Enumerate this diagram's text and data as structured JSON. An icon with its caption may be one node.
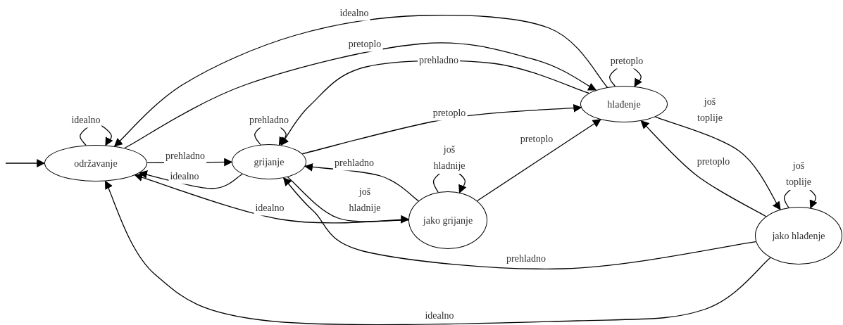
{
  "diagram": {
    "nodes": [
      {
        "text": [
          "održavanje"
        ]
      },
      {
        "text": [
          "grijanje"
        ]
      },
      {
        "text": [
          "hlađenje"
        ]
      },
      {
        "text": [
          "jako grijanje"
        ]
      },
      {
        "text": [
          "jako hlađenje"
        ]
      }
    ],
    "edges": [
      {
        "from": null,
        "to": 0,
        "arrow": "to"
      },
      {
        "from": 0,
        "to": 0,
        "arrow": "to",
        "label": "idealno"
      },
      {
        "from": 0,
        "to": 1,
        "arrow": "to",
        "label": "prehladno"
      },
      {
        "from": 1,
        "to": 0,
        "arrow": "to",
        "label": "idealno"
      },
      {
        "from": 2,
        "to": 0,
        "arrow": "to",
        "label": "idealno"
      },
      {
        "from": 0,
        "to": 2,
        "arrow": "to",
        "label": "pretoplo"
      },
      {
        "from": 2,
        "to": 1,
        "arrow": "to",
        "label": "prehladno"
      },
      {
        "from": 1,
        "to": 1,
        "arrow": "to",
        "label": "prehladno"
      },
      {
        "from": 1,
        "to": 2,
        "arrow": "to",
        "label": "pretoplo"
      },
      {
        "from": 2,
        "to": 2,
        "arrow": "to",
        "label": "pretoplo"
      },
      {
        "from": 3,
        "to": 1,
        "arrow": "to",
        "label": "prehladno"
      },
      {
        "from": 1,
        "to": 3,
        "arrow": "to",
        "label": "još hladnije"
      },
      {
        "from": 3,
        "to": 0,
        "arrow": "to",
        "label": "idealno"
      },
      {
        "from": 3,
        "to": 3,
        "arrow": "to",
        "label": "još hladnije"
      },
      {
        "from": 3,
        "to": 2,
        "arrow": "to",
        "label": "pretoplo"
      },
      {
        "from": 2,
        "to": 4,
        "arrow": "to",
        "label": "još toplije"
      },
      {
        "from": 4,
        "to": 2,
        "arrow": "to",
        "label": "pretoplo"
      },
      {
        "from": 4,
        "to": 4,
        "arrow": "to",
        "label": "još toplije"
      },
      {
        "from": 4,
        "to": 1,
        "arrow": "to",
        "label": "prehladno"
      },
      {
        "from": 4,
        "to": 0,
        "arrow": "to",
        "label": "idealno"
      }
    ]
  }
}
